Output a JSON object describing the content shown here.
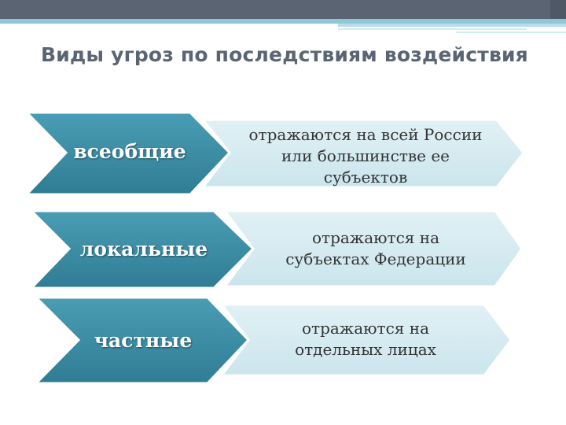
{
  "title": "Виды угроз по последствиям воздействия",
  "colors": {
    "banner": "#5a6472",
    "accent": "#8fc7d9",
    "chevron": "#3a8ea6",
    "panel": "#d5ebf1",
    "title": "#5a6472"
  },
  "rows": [
    {
      "label": "всеобщие",
      "description": [
        "отражаются на всей России",
        "или большинстве ее",
        "субъектов"
      ]
    },
    {
      "label": "локальные",
      "description": [
        "отражаются на",
        "субъектах Федерации"
      ]
    },
    {
      "label": "частные",
      "description": [
        "отражаются на",
        "отдельных лицах"
      ]
    }
  ]
}
